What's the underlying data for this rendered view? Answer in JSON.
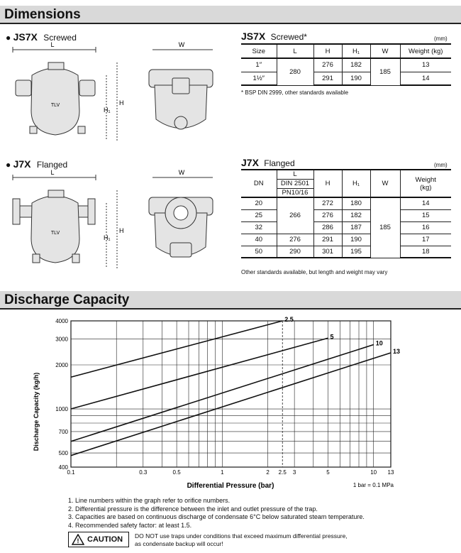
{
  "dimensions": {
    "title": "Dimensions",
    "js7x_label": "JS7X",
    "js7x_sub": "Screwed",
    "j7x_label": "J7X",
    "j7x_sub": "Flanged",
    "drawing_labels": {
      "L": "L",
      "W": "W",
      "H": "H",
      "H1": "H₁"
    },
    "drawing_marking": "TLV"
  },
  "table1": {
    "title_bold": "JS7X",
    "title_sub": "Screwed*",
    "unit": "(mm)",
    "headers": [
      "Size",
      "L",
      "H",
      "H₁",
      "W",
      "Weight (kg)"
    ],
    "rows": [
      [
        "1″",
        "280",
        "276",
        "182",
        "185",
        "13"
      ],
      [
        "1½″",
        "",
        "291",
        "190",
        "",
        "14"
      ]
    ],
    "footnote": "* BSP DIN 2999, other standards available"
  },
  "table2": {
    "title_bold": "J7X",
    "title_sub": "Flanged",
    "unit": "(mm)",
    "headers": {
      "dn": "DN",
      "l": "L",
      "din": "DIN 2501",
      "pn": "PN10/16",
      "h": "H",
      "h1": "H₁",
      "w": "W",
      "weight": "Weight\n(kg)"
    },
    "rows": [
      {
        "dn": "20",
        "h": "272",
        "h1": "180",
        "weight": "14"
      },
      {
        "dn": "25",
        "h": "276",
        "h1": "182",
        "weight": "15"
      },
      {
        "dn": "32",
        "h": "286",
        "h1": "187",
        "weight": "16"
      },
      {
        "dn": "40",
        "l": "276",
        "h": "291",
        "h1": "190",
        "weight": "17"
      },
      {
        "dn": "50",
        "l": "290",
        "h": "301",
        "h1": "195",
        "weight": "18"
      }
    ],
    "l_merged": "266",
    "w_merged": "185",
    "footnote": "Other standards available, but length and weight may vary"
  },
  "discharge": {
    "title": "Discharge Capacity"
  },
  "chart_data": {
    "type": "line",
    "xscale": "log",
    "yscale": "log",
    "xlabel": "Differential Pressure (bar)",
    "ylabel": "Discharge Capacity (kg/h)",
    "xlim": [
      0.1,
      13
    ],
    "ylim": [
      400,
      4000
    ],
    "x_ticks": [
      "0.1",
      "0.3",
      "0.5",
      "1",
      "2",
      "2.5",
      "3",
      "5",
      "10",
      "13"
    ],
    "y_ticks": [
      "4000",
      "3000",
      "2000",
      "1000",
      "700",
      "500",
      "400"
    ],
    "unit_note": "1 bar = 0.1 MPa",
    "series": [
      {
        "name": "2.5",
        "x": [
          0.1,
          2.5
        ],
        "y": [
          1650,
          4000
        ]
      },
      {
        "name": "5",
        "x": [
          0.1,
          5
        ],
        "y": [
          1000,
          3050
        ]
      },
      {
        "name": "10",
        "x": [
          0.1,
          10
        ],
        "y": [
          600,
          2750
        ]
      },
      {
        "name": "13",
        "x": [
          0.1,
          13
        ],
        "y": [
          480,
          2420
        ]
      }
    ],
    "grid": true
  },
  "notes": [
    "1. Line numbers within the graph refer to orifice numbers.",
    "2. Differential pressure is the difference between the inlet and outlet pressure of the trap.",
    "3. Capacities are based on continuous discharge of condensate 6°C below saturated steam temperature.",
    "4. Recommended safety factor: at least 1.5."
  ],
  "caution": {
    "label": "CAUTION",
    "text_line1": "DO NOT use traps under conditions that exceed maximum differential pressure,",
    "text_line2": "as condensate backup will occur!"
  }
}
